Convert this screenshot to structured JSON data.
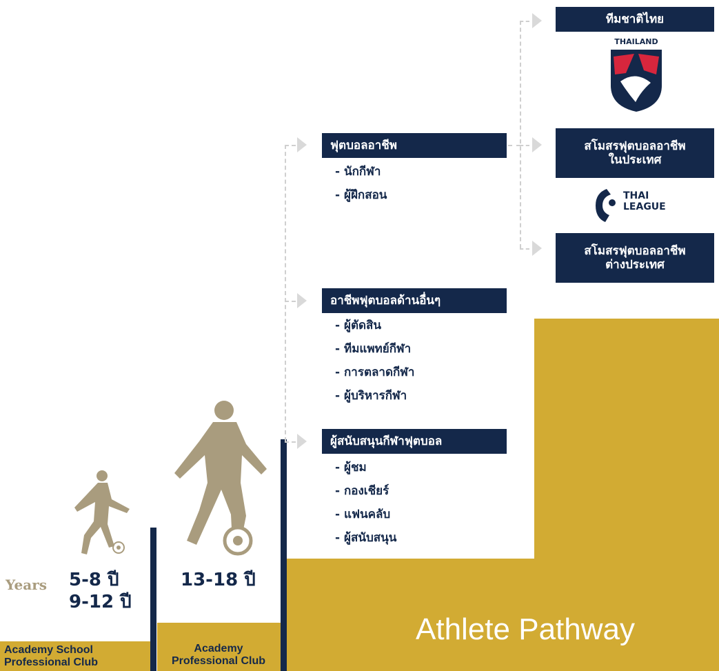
{
  "title": "Athlete Pathway",
  "ages": {
    "years_label": "Years",
    "young_1": "5-8 ปี",
    "young_2": "9-12 ปี",
    "teen": "13-18 ปี"
  },
  "stages": {
    "school_line1": "Academy School",
    "school_line2": "Professional Club",
    "academy_line1": "Academy",
    "academy_line2": "Professional Club"
  },
  "careers": [
    {
      "title": "ฟุตบอลอาชีพ",
      "items": [
        "นักกีฬา",
        "ผู้ฝึกสอน"
      ]
    },
    {
      "title": "อาชีพฟุตบอลด้านอื่นๆ",
      "items": [
        "ผู้ตัดสิน",
        "ทีมแพทย์กีฬา",
        "การตลาดกีฬา",
        "ผู้บริหารกีฬา"
      ]
    },
    {
      "title": "ผู้สนับสนุนกีฬาฟุตบอล",
      "items": [
        "ผู้ชม",
        "กองเชียร์",
        "แฟนคลับ",
        "ผู้สนับสนุน"
      ]
    }
  ],
  "destinations": {
    "national_team": "ทีมชาติไทย",
    "thailand_logo_text": "THAILAND",
    "domestic_club_line1": "สโมสรฟุตบอลอาชีพ",
    "domestic_club_line2": "ในประเทศ",
    "league_logo_line1": "THAI",
    "league_logo_line2": "LEAGUE",
    "foreign_club_line1": "สโมสรฟุตบอลอาชีพ",
    "foreign_club_line2": "ต่างประเทศ"
  },
  "colors": {
    "navy": "#14284a",
    "gold": "#d2ab33",
    "silhouette": "#a99c7e"
  }
}
